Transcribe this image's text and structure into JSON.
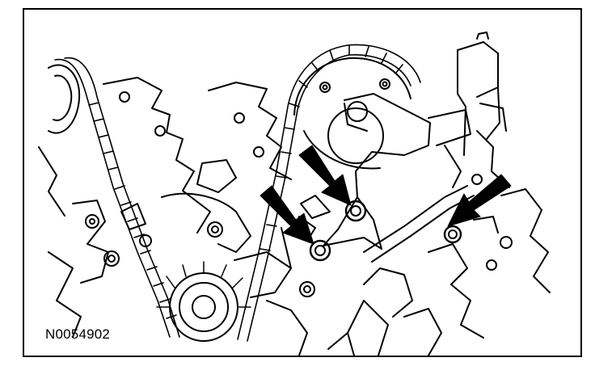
{
  "figure": {
    "reference_code": "N0054902",
    "line_color": "#000000",
    "background_color": "#ffffff",
    "callout_arrow_count": 3,
    "highlighted_bolt_count": 3
  }
}
